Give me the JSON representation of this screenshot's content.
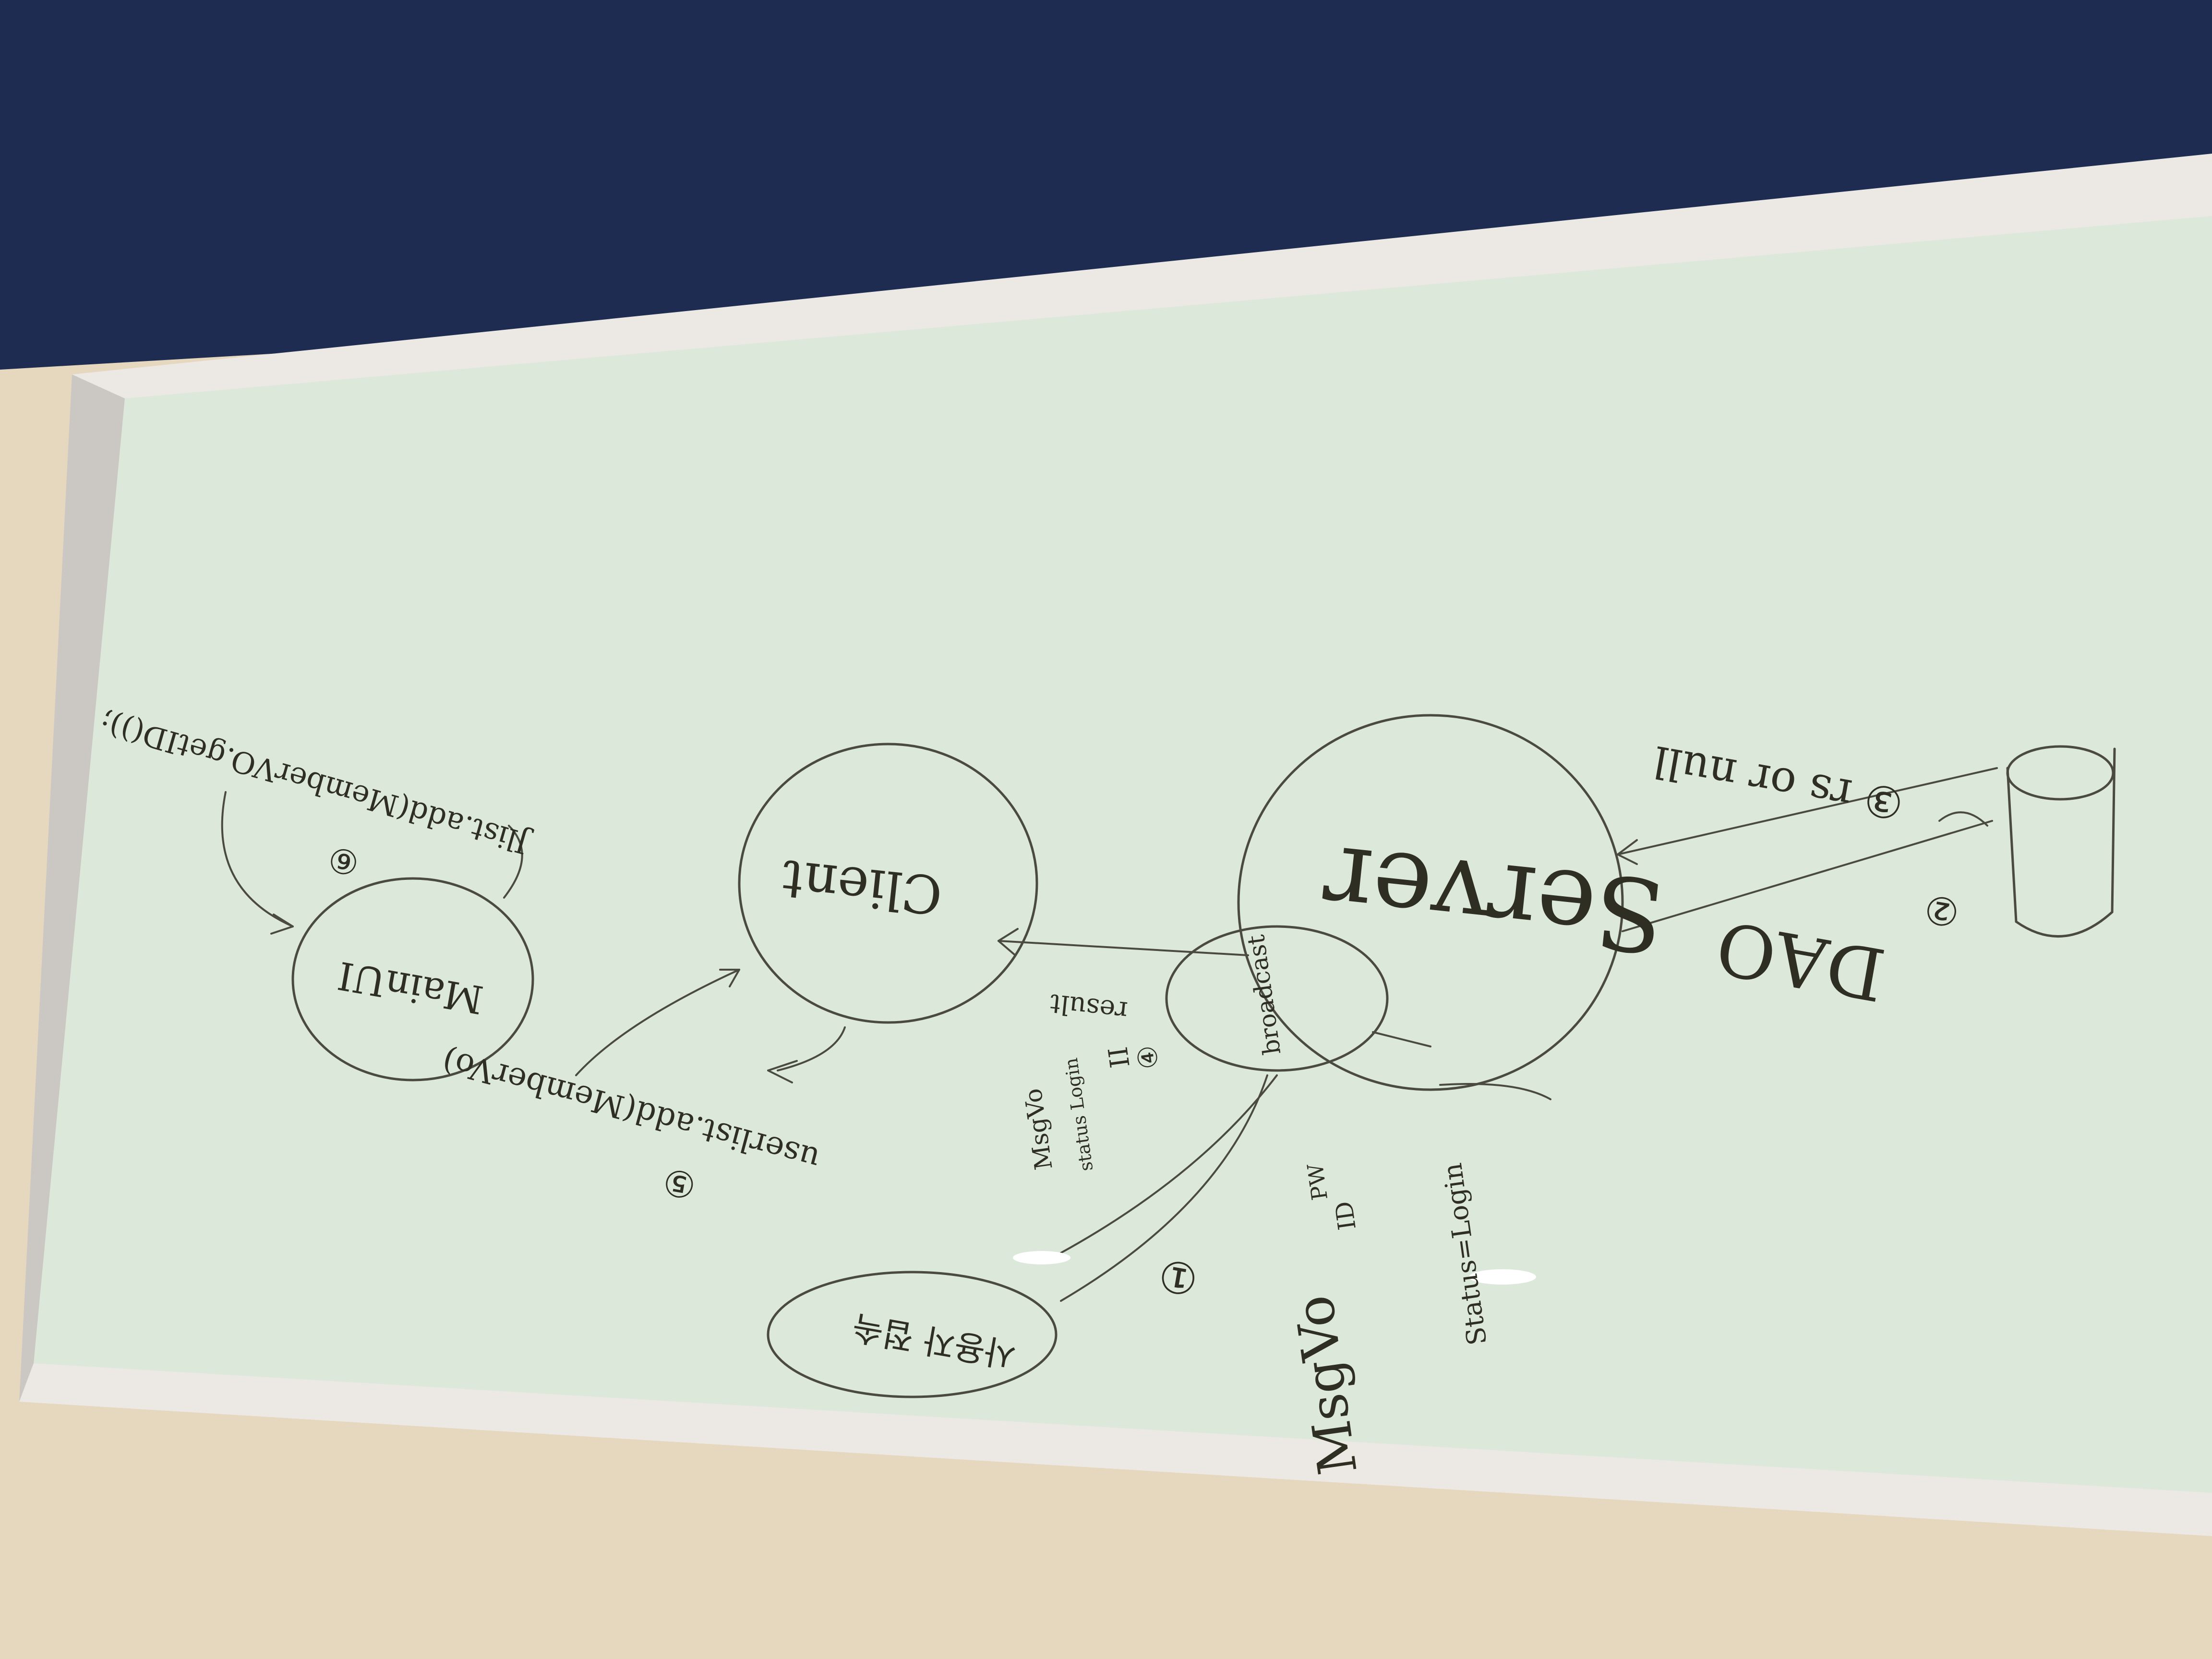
{
  "colors": {
    "wall": "#1f2c52",
    "desk": "#e6d7bf",
    "frame": "#ece9e4",
    "frame_shadow": "#8f8a86",
    "board": "#dbe8da",
    "ink": "#2e2e22",
    "glare": "#ffffff"
  },
  "whiteboard": {
    "nodes": {
      "server": "Server",
      "client": "Client",
      "main_ui": "MainUI",
      "dao": "DAO",
      "broadcast": "broadcast",
      "user_status": "사용자 접속"
    },
    "labels": {
      "step1": "①",
      "step2": "②",
      "step3": "③ rs or null",
      "step4": "④",
      "step4_roman": "II",
      "step5": "⑤",
      "step6": "⑥",
      "msgvo_big": "MsgVo",
      "status_login": "Status=Login",
      "id": "ID",
      "pw": "PW",
      "msgvo_small": "MsgVo",
      "status_login_small": "status Login",
      "result": "result",
      "userlist_add": "userlist.add(MemberVo)",
      "jlist_add": "Jlist.add(MemberVO.getID());"
    }
  }
}
